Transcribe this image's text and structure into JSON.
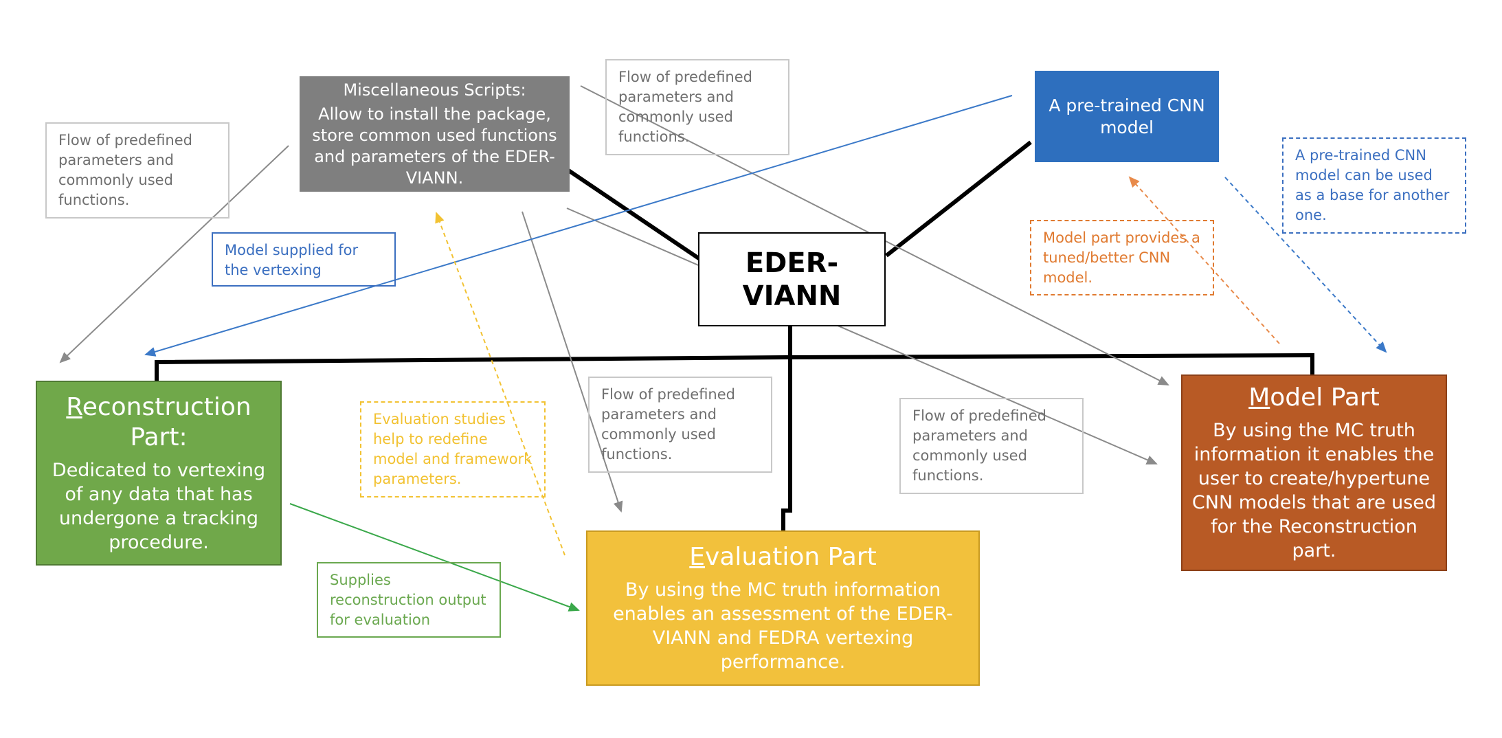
{
  "central": {
    "label": "EDER-VIANN"
  },
  "misc_scripts": {
    "title": "Miscellaneous Scripts:",
    "description": "Allow to install the package, store common used functions and parameters of the EDER-VIANN."
  },
  "cnn_model": {
    "label": "A pre-trained CNN model"
  },
  "reconstruction": {
    "title_initial": "R",
    "title_rest": "econstruction Part:",
    "description": "Dedicated to vertexing of any data that has undergone a tracking procedure."
  },
  "evaluation": {
    "title_initial": "E",
    "title_rest": "valuation Part",
    "description": "By using the MC truth information enables an assessment of the EDER-VIANN and FEDRA vertexing performance."
  },
  "model": {
    "title_initial": "M",
    "title_rest": "odel Part",
    "description": "By using the MC truth information it enables the user to create/hypertune CNN models that are used for the Reconstruction part."
  },
  "notes": {
    "flow_left": "Flow of predefined parameters and commonly used functions.",
    "flow_top": "Flow of predefined parameters and commonly used functions.",
    "flow_middle": "Flow of predefined parameters and commonly used functions.",
    "flow_right": "Flow of predefined parameters and commonly used functions.",
    "model_supplied": "Model supplied for the vertexing",
    "evaluation_studies": "Evaluation studies help to redefine model and framework parameters.",
    "supplies_output": "Supplies reconstruction output for evaluation",
    "model_provides": "Model part provides a tuned/better CNN model.",
    "pretrained_base": "A pre-trained CNN model can be used as a base for another one."
  },
  "colors": {
    "misc": "#7f7f7f",
    "cnn": "#2e6fbe",
    "reconstruction": "#70a84a",
    "evaluation": "#f2c13c",
    "model": "#b85a25",
    "gray_arrow": "#8a8a8a",
    "blue_arrow": "#3b79c8",
    "orange_arrow": "#e88a4a",
    "yellow_arrow": "#f2c232",
    "green_arrow": "#3aa84a"
  }
}
